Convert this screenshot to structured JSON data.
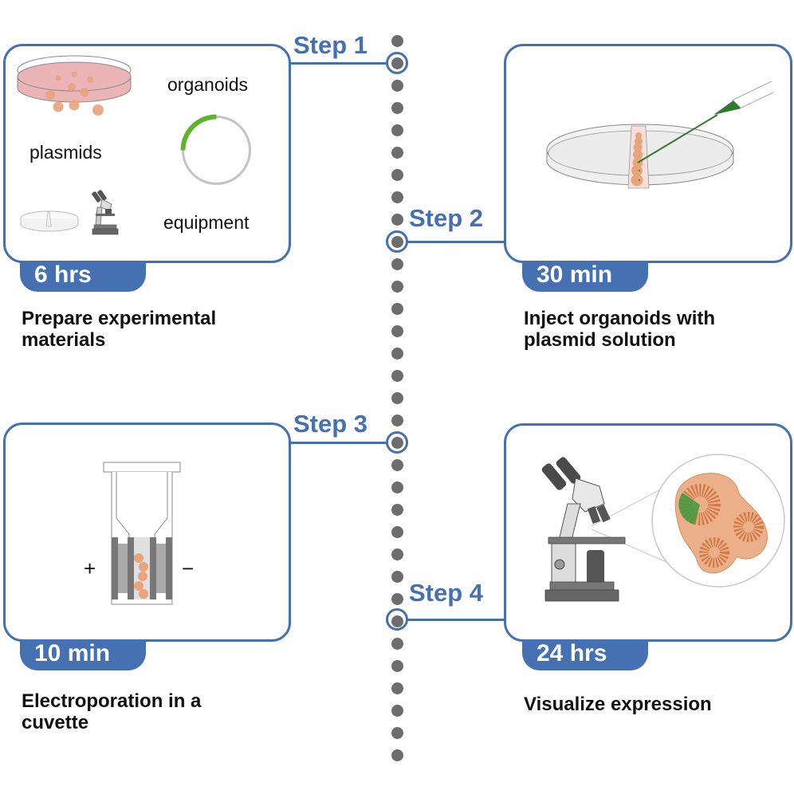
{
  "colors": {
    "accent": "#4570B1",
    "timeline_dot": "#6d6d6d",
    "organoid": "#E8A47A",
    "fluorescence": "#3F9A3F",
    "dish_medium": "#EBB5B8"
  },
  "timeline": {
    "dot_count": 33
  },
  "steps": [
    {
      "label": "Step 1",
      "duration": "6 hrs",
      "caption_line1": "Prepare experimental",
      "caption_line2": "materials",
      "items": {
        "organoids": "organoids",
        "plasmids": "plasmids",
        "equipment": "equipment"
      },
      "icons": [
        "petri-dish-organoids-icon",
        "plasmid-ring-icon",
        "empty-dish-icon",
        "microscope-icon"
      ]
    },
    {
      "label": "Step 2",
      "duration": "30 min",
      "caption_line1": "Inject organoids with",
      "caption_line2": "plasmid solution",
      "icons": [
        "petri-dish-icon",
        "injection-pipette-icon"
      ]
    },
    {
      "label": "Step 3",
      "duration": "10 min",
      "caption_line1": "Electroporation in a",
      "caption_line2": "cuvette",
      "symbols": {
        "positive": "+",
        "negative": "−"
      },
      "icons": [
        "electroporation-cuvette-icon"
      ]
    },
    {
      "label": "Step 4",
      "duration": "24 hrs",
      "caption_line1": "Visualize expression",
      "caption_line2": "",
      "icons": [
        "microscope-icon",
        "magnified-organoid-icon"
      ]
    }
  ]
}
